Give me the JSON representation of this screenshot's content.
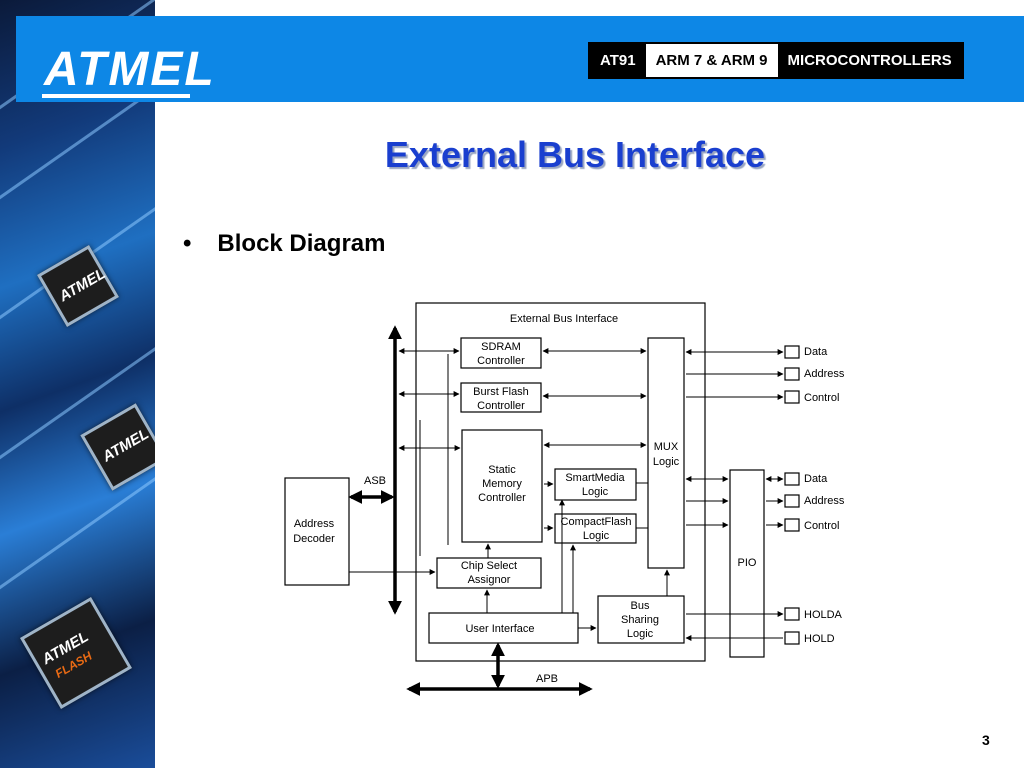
{
  "header": {
    "logo_text": "ATMEL",
    "tags": [
      "AT91",
      "ARM 7 & ARM 9",
      "MICROCONTROLLERS"
    ]
  },
  "slide": {
    "title": "External Bus Interface",
    "bullet": "Block Diagram",
    "page_number": "3"
  },
  "side_art": {
    "chip_labels": [
      "ATMEL",
      "ATMEL",
      "ATMEL"
    ],
    "flash_label": "FLASH"
  },
  "diagram": {
    "ebi_title": "External Bus Interface",
    "sdram_l1": "SDRAM",
    "sdram_l2": "Controller",
    "burst_l1": "Burst Flash",
    "burst_l2": "Controller",
    "static_l1": "Static",
    "static_l2": "Memory",
    "static_l3": "Controller",
    "smart_l1": "SmartMedia",
    "smart_l2": "Logic",
    "cf_l1": "CompactFlash",
    "cf_l2": "Logic",
    "mux_l1": "MUX",
    "mux_l2": "Logic",
    "chipsel_l1": "Chip Select",
    "chipsel_l2": "Assignor",
    "user_if": "User Interface",
    "bus_l1": "Bus",
    "bus_l2": "Sharing",
    "bus_l3": "Logic",
    "addr_l1": "Address",
    "addr_l2": "Decoder",
    "pio": "PIO",
    "asb": "ASB",
    "apb": "APB",
    "pin_data1": "Data",
    "pin_address1": "Address",
    "pin_control1": "Control",
    "pin_data2": "Data",
    "pin_address2": "Address",
    "pin_control2": "Control",
    "pin_holda": "HOLDA",
    "pin_hold": "HOLD"
  }
}
